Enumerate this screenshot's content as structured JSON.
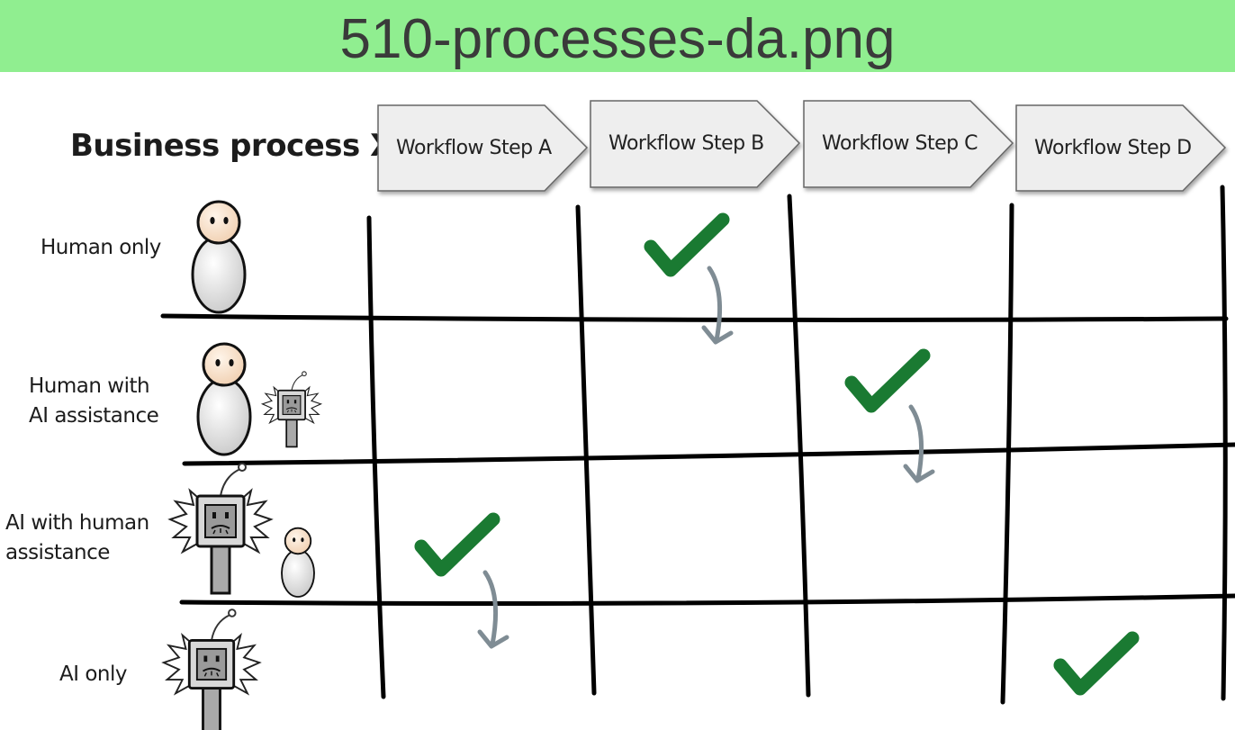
{
  "file_title": "510-processes-da.png",
  "process_title": "Business process X",
  "steps": [
    "Workflow Step A",
    "Workflow Step B",
    "Workflow Step C",
    "Workflow Step D"
  ],
  "rows": [
    {
      "lines": [
        "Human only"
      ],
      "actor": "human-figure"
    },
    {
      "lines": [
        "Human with",
        "AI assistance"
      ],
      "actor": "human-with-robot"
    },
    {
      "lines": [
        "AI with human",
        "assistance"
      ],
      "actor": "robot-with-human"
    },
    {
      "lines": [
        "AI only"
      ],
      "actor": "robot-figure"
    }
  ],
  "checkmarks": [
    {
      "step": "Workflow Step A",
      "row": "AI with human assistance"
    },
    {
      "step": "Workflow Step B",
      "row": "Human only"
    },
    {
      "step": "Workflow Step C",
      "row": "Human with AI assistance"
    },
    {
      "step": "Workflow Step D",
      "row": "AI only"
    }
  ],
  "colors": {
    "header_band": "#90ee90",
    "check": "#1a7a32",
    "arrow": "#7f8c94",
    "chevron_fill": "#eeeeee"
  }
}
